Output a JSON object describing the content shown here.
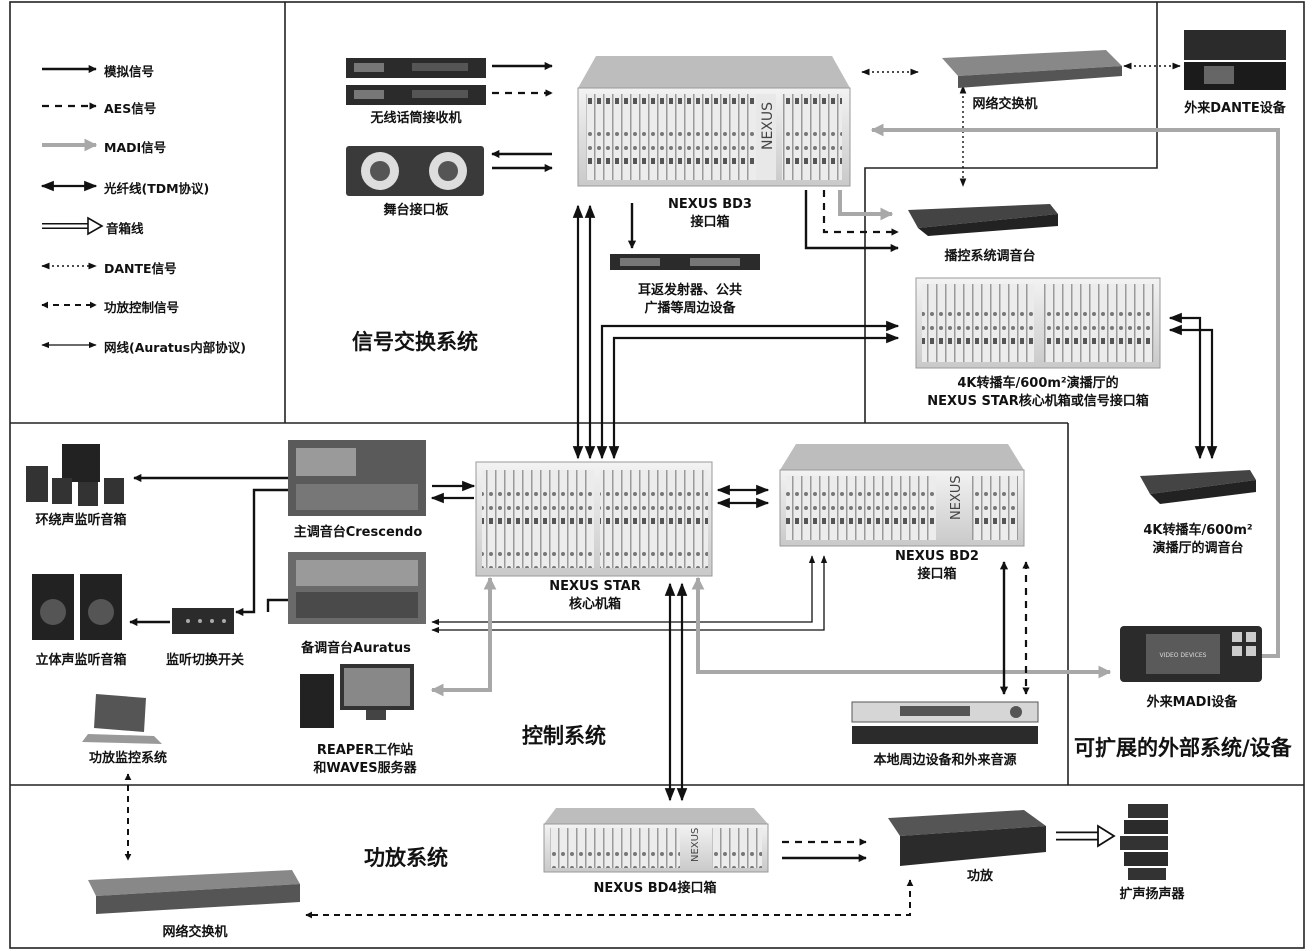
{
  "legend": [
    {
      "type": "analog",
      "label": "模拟信号"
    },
    {
      "type": "aes",
      "label": "AES信号"
    },
    {
      "type": "madi",
      "label": "MADI信号"
    },
    {
      "type": "fiber",
      "label": "光纤线(TDM协议)"
    },
    {
      "type": "speaker",
      "label": "音箱线"
    },
    {
      "type": "dante",
      "label": "DANTE信号"
    },
    {
      "type": "ampctrl",
      "label": "功放控制信号"
    },
    {
      "type": "network",
      "label": "网线(Auratus内部协议)"
    }
  ],
  "zones": {
    "signal_exchange": "信号交换系统",
    "control": "控制系统",
    "amplifier": "功放系统",
    "external": "可扩展的外部系统/设备"
  },
  "devices": {
    "wireless_receiver": "无线话筒接收机",
    "stage_panel": "舞台接口板",
    "bd3_line1": "NEXUS BD3",
    "bd3_line2": "接口箱",
    "network_switch_top": "网络交换机",
    "dante_external": "外来DANTE设备",
    "broadcast_console": "播控系统调音台",
    "iem_line1": "耳返发射器、公共",
    "iem_line2": "广播等周边设备",
    "star_4k_line1": "4K转播车/600m²演播厅的",
    "star_4k_line2": "NEXUS STAR核心机箱或信号接口箱",
    "console_4k_line1": "4K转播车/600m²",
    "console_4k_line2": "演播厅的调音台",
    "surround_monitor": "环绕声监听音箱",
    "main_console": "主调音台Crescendo",
    "nexus_star_line1": "NEXUS STAR",
    "nexus_star_line2": "核心机箱",
    "bd2_line1": "NEXUS BD2",
    "bd2_line2": "接口箱",
    "stereo_monitor": "立体声监听音箱",
    "monitor_switch": "监听切换开关",
    "backup_console": "备调音台Auratus",
    "madi_external": "外来MADI设备",
    "reaper_line1": "REAPER工作站",
    "reaper_line2": "和WAVES服务器",
    "local_peripheral": "本地周边设备和外来音源",
    "amp_monitor": "功放监控系统",
    "bd4": "NEXUS BD4接口箱",
    "amplifier": "功放",
    "pa_speaker": "扩声扬声器",
    "network_switch_bottom": "网络交换机"
  },
  "device_markings": {
    "nexus": "NEXUS",
    "video_devices": "VIDEO DEVICES"
  },
  "colors": {
    "line": "#111111",
    "madi": "#a8a8a8",
    "device": "#d6d6d6",
    "device_dark": "#2b2b2b"
  }
}
